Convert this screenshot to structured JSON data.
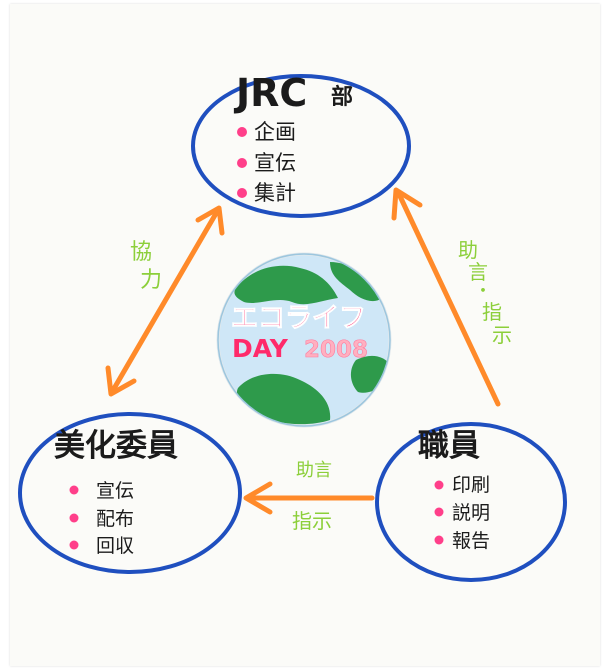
{
  "center": {
    "line1": "エコライフ",
    "line2_day": "DAY",
    "line2_year": "2008"
  },
  "nodes": {
    "jrc": {
      "title_main": "JRC",
      "title_sub": "部",
      "items": [
        "企画",
        "宣伝",
        "集計"
      ]
    },
    "bika": {
      "title": "美化委員",
      "items": [
        "宣伝",
        "配布",
        "回収"
      ]
    },
    "shokuin": {
      "title": "職員",
      "items": [
        "印刷",
        "説明",
        "報告"
      ]
    }
  },
  "edges": {
    "left": {
      "label_line1": "協",
      "label_line2": "力"
    },
    "right": {
      "label": [
        "助",
        "言",
        "・",
        "指",
        "示"
      ]
    },
    "bottom": {
      "label_line1": "助言",
      "label_line2": "指示"
    }
  },
  "colors": {
    "circle": "#1f4fbf",
    "arrow": "#ff8a2a",
    "label": "#8ccf3a",
    "bullet": "#ff3f8a",
    "title": "#1b1b1b",
    "globe_ocean": "#cfe7f7",
    "globe_land": "#2e9a4b",
    "eco_text": "#ff2a6a",
    "year_text": "#ffb0c0"
  }
}
